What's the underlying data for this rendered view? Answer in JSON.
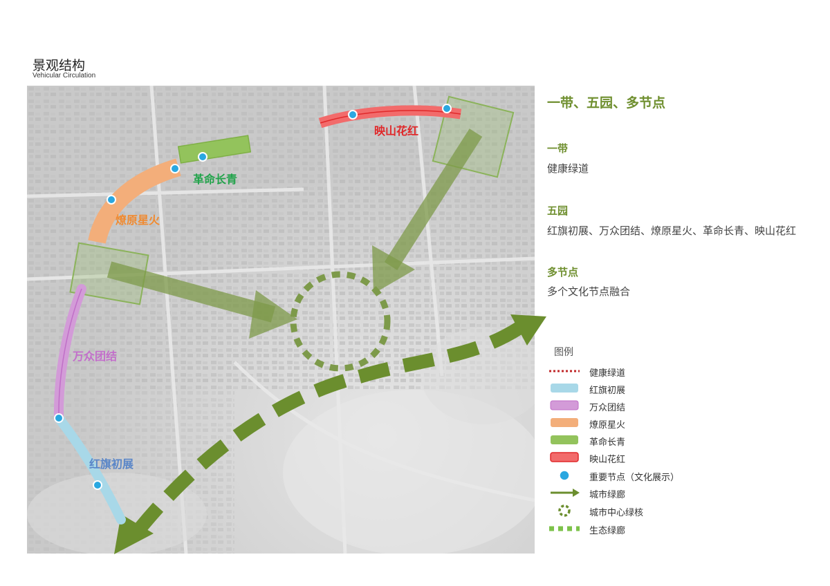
{
  "header": {
    "title": "景观结构",
    "subtitle": "Vehicular Circulation"
  },
  "map_labels": {
    "yingshan": "映山花红",
    "geming": "革命长青",
    "liaoyuan": "燎原星火",
    "wanzhong": "万众团结",
    "hongqi": "红旗初展"
  },
  "panel": {
    "heading": "一带、五园、多节点",
    "sections": [
      {
        "title": "一带",
        "text": "健康绿道"
      },
      {
        "title": "五园",
        "text": "红旗初展、万众团结、燎原星火、革命长青、映山花红"
      },
      {
        "title": "多节点",
        "text": "多个文化节点融合"
      }
    ]
  },
  "legend": {
    "title": "图例",
    "items": [
      {
        "label": "健康绿道",
        "icon": "red-dotted-line-icon"
      },
      {
        "label": "红旗初展",
        "icon": "light-blue-band-icon"
      },
      {
        "label": "万众团结",
        "icon": "purple-band-icon"
      },
      {
        "label": "燎原星火",
        "icon": "orange-band-icon"
      },
      {
        "label": "革命长青",
        "icon": "green-band-icon"
      },
      {
        "label": "映山花红",
        "icon": "red-band-icon"
      },
      {
        "label": "重要节点（文化展示）",
        "icon": "blue-dot-icon"
      },
      {
        "label": "城市绿廊",
        "icon": "green-arrow-icon"
      },
      {
        "label": "城市中心绿核",
        "icon": "dashed-circle-icon"
      },
      {
        "label": "生态绿廊",
        "icon": "green-dashed-line-icon"
      }
    ]
  },
  "colors": {
    "accent_green": "#6f8f2f",
    "arrow_green": "#6b8e2e",
    "hongqi_blue": "#a8d8e8",
    "wanzhong_purple": "#d39bd8",
    "liaoyuan_orange": "#f3ae7a",
    "geming_green": "#93c35c",
    "yingshan_red": "#f26b6b",
    "node_blue": "#2aa7e0",
    "greenway_red": "#c0282a"
  }
}
